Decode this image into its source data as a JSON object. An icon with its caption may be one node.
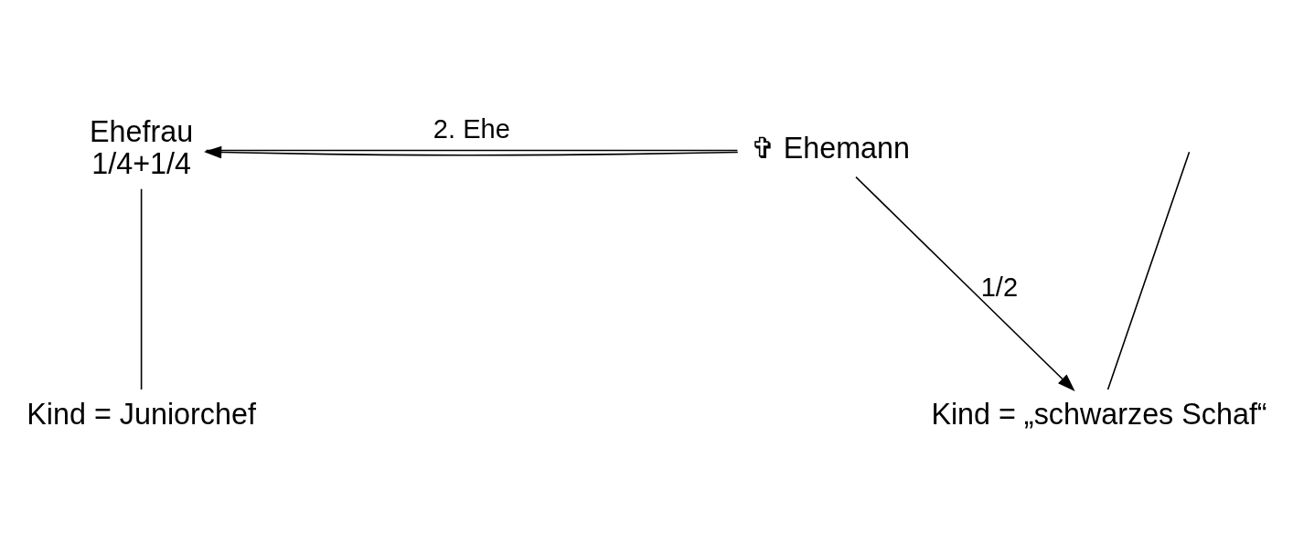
{
  "diagram": {
    "nodes": [
      {
        "text": [
          "Ehefrau"
        ],
        "beside": [
          "1/4+1/4"
        ]
      },
      {
        "text": [
          "✞ Ehemann"
        ]
      },
      {
        "text": [
          "Kind = Juniorchef"
        ]
      },
      {
        "text": [
          "Kind = „schwarzes Schaf“"
        ]
      }
    ],
    "edges": [
      {
        "from": 0,
        "to": 1,
        "arrow": "none",
        "label": "2. Ehe"
      },
      {
        "from": 1,
        "to": 0,
        "arrow": "to"
      },
      {
        "from": 0,
        "to": 2,
        "arrow": "none"
      },
      {
        "from": null,
        "to": 3,
        "arrow": "none"
      },
      {
        "from": 1,
        "to": 3,
        "arrow": "to",
        "label": "1/2"
      }
    ]
  }
}
